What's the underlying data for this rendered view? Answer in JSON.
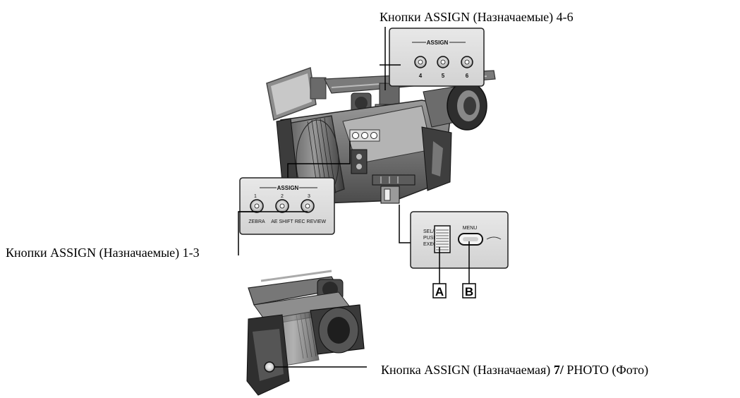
{
  "callouts": {
    "top": "Кнопки ASSIGN (Назначаемые) 4-6",
    "left": "Кнопки ASSIGN (Назначаемые) 1-3",
    "bottom_prefix": "Кнопка ASSIGN (Назначаемая) ",
    "bottom_bold": "7/",
    "bottom_suffix": " PHOTO (Фото)"
  },
  "panel_assign_top": {
    "title": "ASSIGN",
    "buttons": [
      "4",
      "5",
      "6"
    ]
  },
  "panel_assign_left": {
    "title": "ASSIGN",
    "numbers": [
      "1",
      "2",
      "3"
    ],
    "functions": [
      "ZEBRA",
      "AE SHIFT",
      "REC REVIEW"
    ]
  },
  "panel_menu": {
    "dial_label_lines": [
      "SEL/",
      "PUSH",
      "EXEC"
    ],
    "menu_label": "MENU"
  },
  "markers": [
    "A",
    "B"
  ]
}
